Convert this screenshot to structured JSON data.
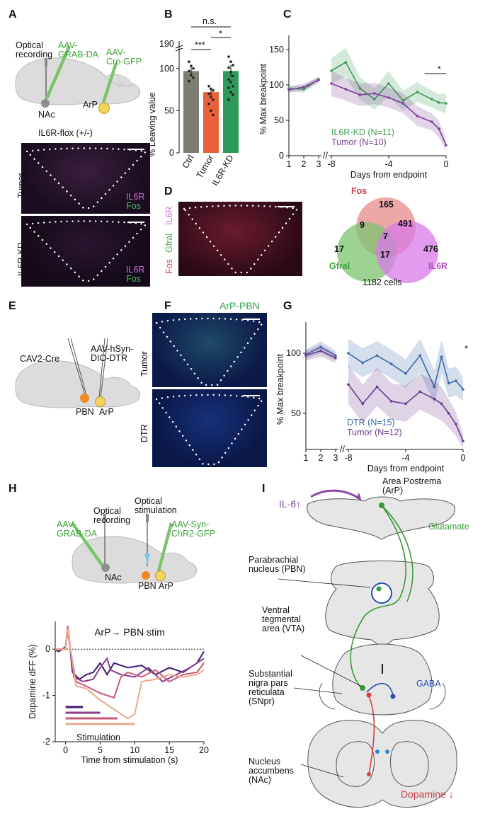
{
  "panels": {
    "A": {
      "label": "A",
      "optical_recording": [
        "Optical",
        "recording"
      ],
      "aav_grab": [
        "AAV-",
        "GRAB-DA"
      ],
      "aav_cre": [
        "AAV-",
        "Cre-GFP"
      ],
      "nac": "NAc",
      "arp": "ArP",
      "mouse_line": "IL6R-flox (+/-)",
      "row1_label": "Tumor",
      "row2_label": "IL6R-KD",
      "stain1": "IL6R",
      "stain2": "Fos"
    },
    "B": {
      "label": "B",
      "ns": "n.s.",
      "star1": "***",
      "star2": "*"
    },
    "C": {
      "label": "C",
      "star": "*"
    },
    "D": {
      "label": "D",
      "stain_fos": "Fos",
      "stain_gfral": "Gfral",
      "stain_il6r": "IL6R",
      "venn_fos": "Fos",
      "venn_gfral": "Gfral",
      "venn_il6r": "IL6R",
      "fos_only": "165",
      "fos_gfral": "9",
      "all_three": "7",
      "fos_il6r": "491",
      "gfral_only": "17",
      "gfral_il6r": "17",
      "il6r_only": "476",
      "total": "1182 cells"
    },
    "E": {
      "label": "E",
      "cav2": "CAV2-Cre",
      "aav_hsyn": [
        "AAV-hSyn-",
        "DIO-DTR"
      ],
      "pbn": "PBN",
      "arp": "ArP"
    },
    "F": {
      "label": "F",
      "title": "ArP-PBN",
      "row1_label": "Tumor",
      "row2_label": "DTR"
    },
    "G": {
      "label": "G",
      "star": "*"
    },
    "H": {
      "label": "H",
      "optical_recording": [
        "Optical",
        "recording"
      ],
      "optical_stim": [
        "Optical",
        "stimulation"
      ],
      "aav_grab": [
        "AAV-",
        "GRAB-DA"
      ],
      "aav_chr2": [
        "AAV-Syn-",
        "ChR2-GFP"
      ],
      "nac": "NAc",
      "pbn": "PBN",
      "arp": "ArP",
      "stimulation": "Stimulation"
    },
    "I": {
      "label": "I",
      "il6": "IL-6↑",
      "area_postrema": [
        "Area Postrema",
        "(ArP)"
      ],
      "glutamate": "Glutamate",
      "pbn": [
        "Parabrachial",
        "nucleus (PBN)"
      ],
      "vta": [
        "Ventral",
        "tegmental",
        "area (VTA)"
      ],
      "gaba": "GABA",
      "snpr": [
        "Substantial",
        "nigra pars",
        "reticulata",
        "(SNpr)"
      ],
      "nac": [
        "Nucleus",
        "accumbens",
        "(NAc)"
      ],
      "dopamine": "Dopamine ↓"
    }
  },
  "chart_data": [
    {
      "id": "B",
      "type": "bar",
      "categories": [
        "Ctrl",
        "Tumor",
        "IL6R-KD"
      ],
      "values": [
        97,
        72,
        97
      ],
      "errors": [
        6,
        5,
        7
      ],
      "colors": [
        "#7d7d75",
        "#e8603c",
        "#2e9a5a"
      ],
      "ylabel": "% Leaving value",
      "yticks": [
        0,
        50,
        100
      ],
      "ybreak_label": "190",
      "ylim": [
        0,
        130
      ],
      "points": [
        [
          108,
          103,
          100,
          97,
          92,
          89,
          85
        ],
        [
          79,
          76,
          74,
          70,
          66,
          63,
          58,
          50,
          45
        ],
        [
          114,
          108,
          104,
          101,
          96,
          91,
          87,
          84,
          79,
          77,
          72,
          69,
          63
        ]
      ]
    },
    {
      "id": "C",
      "type": "line",
      "ylabel": "% Max breakpoint",
      "xlabel": "Days from endpoint",
      "yticks": [
        0,
        50,
        100,
        150
      ],
      "ylim": [
        0,
        160
      ],
      "xticks_left": [
        "1",
        "2",
        "3"
      ],
      "xticks_right": [
        "-8",
        "-4",
        "0"
      ],
      "series": [
        {
          "name": "IL6R-KD (N=11)",
          "color": "#3f9a55",
          "early": [
            95,
            94,
            108
          ],
          "late": [
            120,
            132,
            95,
            80,
            102,
            78,
            90,
            80,
            75,
            74
          ],
          "early_err": [
            4,
            5,
            4
          ],
          "late_err": [
            18,
            20,
            16,
            15,
            18,
            14,
            14,
            12,
            12,
            14
          ]
        },
        {
          "name": "Tumor (N=10)",
          "color": "#7a3f98",
          "early": [
            93,
            97,
            107
          ],
          "late": [
            102,
            94,
            86,
            88,
            82,
            74,
            56,
            48,
            38,
            15
          ],
          "early_err": [
            4,
            5,
            4
          ],
          "late_err": [
            18,
            16,
            16,
            15,
            14,
            14,
            14,
            12,
            12,
            8
          ]
        }
      ],
      "late_x": [
        -8,
        -7,
        -6,
        -5,
        -4,
        -3,
        -2,
        -1,
        -0.5,
        0
      ]
    },
    {
      "id": "G",
      "type": "line",
      "ylabel": "% Max breakpoint",
      "xlabel": "Days from endpoint",
      "yticks": [
        50,
        100
      ],
      "ylim": [
        20,
        120
      ],
      "xticks_left": [
        "1",
        "2",
        "3"
      ],
      "xticks_right": [
        "-8",
        "-4",
        "0"
      ],
      "series": [
        {
          "name": "DTR (N=15)",
          "color": "#3d6aa8",
          "early": [
            99,
            105,
            98
          ],
          "late": [
            100,
            92,
            98,
            91,
            83,
            98,
            72,
            97,
            75,
            77,
            70
          ],
          "early_err": [
            4,
            5,
            4
          ],
          "late_err": [
            12,
            12,
            12,
            12,
            12,
            14,
            14,
            14,
            12,
            12,
            10
          ]
        },
        {
          "name": "Tumor (N=12)",
          "color": "#6a3a8c",
          "early": [
            98,
            102,
            96
          ],
          "late": [
            74,
            58,
            72,
            60,
            58,
            68,
            62,
            58,
            50,
            41,
            27
          ],
          "early_err": [
            4,
            5,
            4
          ],
          "late_err": [
            16,
            16,
            16,
            15,
            15,
            15,
            15,
            14,
            12,
            10,
            6
          ]
        }
      ],
      "late_x": [
        -8,
        -7,
        -6,
        -5,
        -4,
        -3,
        -2,
        -1.5,
        -1,
        -0.5,
        0
      ]
    },
    {
      "id": "H",
      "type": "line",
      "title": "ArP→ PBN stim",
      "ylabel": "Dopamine dFF (%)",
      "xlabel": "Time from stimulation (s)",
      "xticks": [
        0,
        5,
        10,
        15,
        20
      ],
      "yticks": [
        0,
        -1,
        -2
      ],
      "xlim": [
        -1.5,
        20
      ],
      "ylim": [
        -2,
        0.6
      ],
      "stim_durations": [
        2.5,
        5,
        7.5,
        10
      ],
      "series_colors": [
        "#3e1a6e",
        "#8a3a8e",
        "#c65878",
        "#eaa88c"
      ]
    }
  ]
}
